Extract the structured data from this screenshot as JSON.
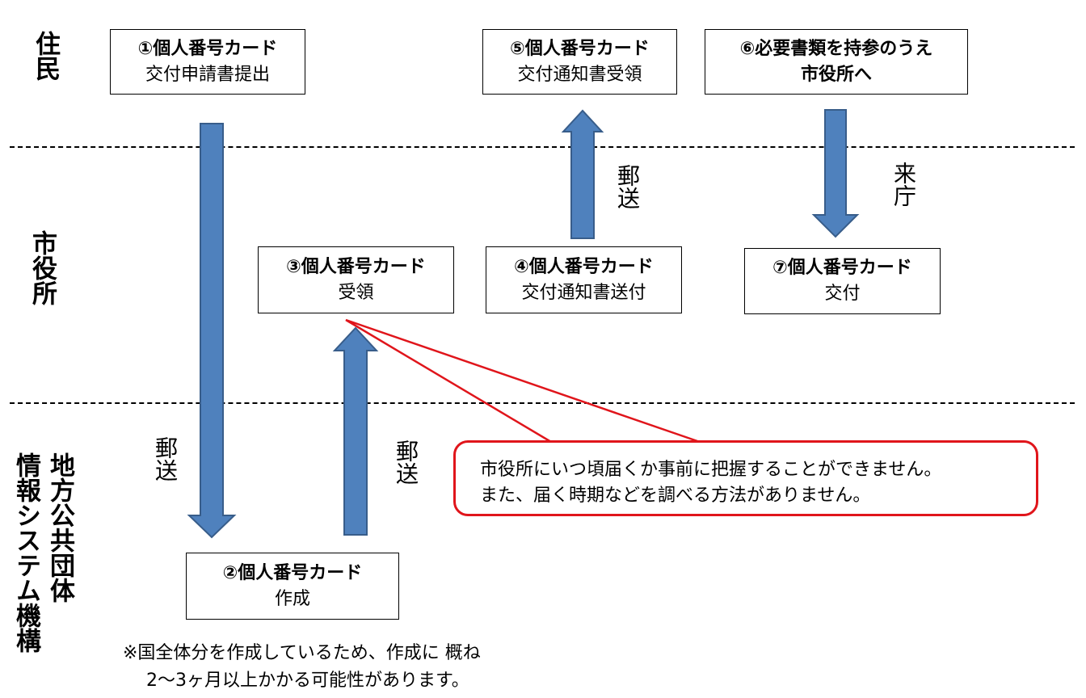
{
  "lanes": {
    "resident": "住民",
    "city_hall": "市役所",
    "jlis_col1": "地方公共団体",
    "jlis_col2": "情報システム機構"
  },
  "steps": {
    "s1": {
      "title": "①個人番号カード",
      "sub": "交付申請書提出"
    },
    "s2": {
      "title": "②個人番号カード",
      "sub": "作成"
    },
    "s3": {
      "title": "③個人番号カード",
      "sub": "受領"
    },
    "s4": {
      "title": "④個人番号カード",
      "sub": "交付通知書送付"
    },
    "s5": {
      "title": "⑤個人番号カード",
      "sub": "交付通知書受領"
    },
    "s6": {
      "title": "⑥必要書類を持参のうえ",
      "sub": "市役所へ"
    },
    "s7": {
      "title": "⑦個人番号カード",
      "sub": "交付"
    }
  },
  "arrow_labels": {
    "mail_1_to_2": "郵送",
    "mail_2_to_3": "郵送",
    "mail_4_to_5": "郵送",
    "visit_6_to_7": "来庁"
  },
  "callout": {
    "line1": "市役所にいつ頃届くか事前に把握することができません。",
    "line2": "また、届く時期などを調べる方法がありません。"
  },
  "footnote": {
    "line1": "※国全体分を作成しているため、作成に 概ね",
    "line2": "2～3ヶ月以上かかる可能性があります。"
  },
  "colors": {
    "arrow_fill": "#4f81bd",
    "arrow_stroke": "#385d8a",
    "callout_red": "#e0151b"
  }
}
